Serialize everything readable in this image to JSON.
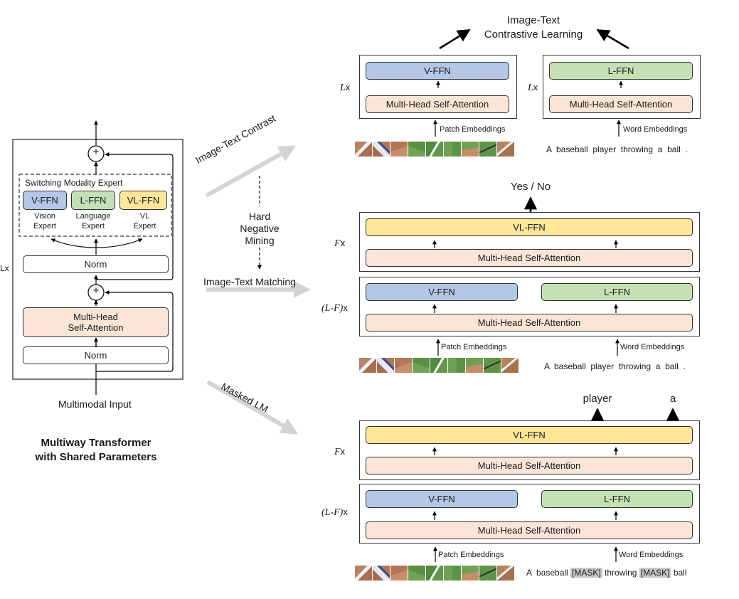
{
  "left_panel": {
    "switching_title": "Switching Modality Expert",
    "experts": [
      {
        "tag": "V-FFN",
        "caption_line1": "Vision",
        "caption_line2": "Expert",
        "color": "#b4c7e7"
      },
      {
        "tag": "L-FFN",
        "caption_line1": "Language",
        "caption_line2": "Expert",
        "color": "#c5e0b4"
      },
      {
        "tag": "VL-FFN",
        "caption_line1": "VL",
        "caption_line2": "Expert",
        "color": "#ffe699"
      }
    ],
    "norm_top": "Norm",
    "mhsa_line1": "Multi-Head",
    "mhsa_line2": "Self-Attention",
    "norm_bottom": "Norm",
    "repeat_label": "Lx",
    "input_label": "Multimodal Input",
    "plus_symbol": "+",
    "caption_line1": "Multiway Transformer",
    "caption_line2": "with Shared Parameters"
  },
  "tasks": {
    "contrast": "Image-Text Contrast",
    "hard_negative": [
      "Hard",
      "Negative",
      "Mining"
    ],
    "matching": "Image-Text Matching",
    "masked_lm": "Masked LM"
  },
  "contrastive": {
    "title_line1": "Image-Text",
    "title_line2": "Contrastive Learning",
    "vision_tower": {
      "ffn": "V-FFN",
      "attn": "Multi-Head Self-Attention",
      "repeat": "L",
      "embed": "Patch Embeddings"
    },
    "language_tower": {
      "ffn": "L-FFN",
      "attn": "Multi-Head Self-Attention",
      "repeat": "L",
      "embed": "Word Embeddings"
    },
    "sentence": "A  baseball  player  throwing  a  ball  ."
  },
  "matching_block": {
    "output": "Yes / No",
    "top": {
      "ffn": "VL-FFN",
      "attn": "Multi-Head Self-Attention",
      "repeat": "F"
    },
    "bottom": {
      "v_ffn": "V-FFN",
      "l_ffn": "L-FFN",
      "attn": "Multi-Head Self-Attention",
      "repeat": "(L-F)"
    },
    "patch_embed": "Patch Embeddings",
    "word_embed": "Word Embeddings",
    "sentence": "A  baseball  player  throwing  a  ball  ."
  },
  "mlm_block": {
    "outputs": [
      "player",
      "a"
    ],
    "top": {
      "ffn": "VL-FFN",
      "attn": "Multi-Head Self-Attention",
      "repeat": "F"
    },
    "bottom": {
      "v_ffn": "V-FFN",
      "l_ffn": "L-FFN",
      "attn": "Multi-Head Self-Attention",
      "repeat": "(L-F)"
    },
    "patch_embed": "Patch Embeddings",
    "word_embed": "Word Embeddings",
    "sentence_parts": [
      "A  baseball",
      "[MASK]",
      "throwing",
      "[MASK]",
      "ball"
    ]
  },
  "x_suffix": "x",
  "colors": {
    "v_ffn": "#b4c7e7",
    "l_ffn": "#c5e0b4",
    "vl_ffn": "#ffe699",
    "attention": "#fbe5d6",
    "task_arrow": "#d4d4d4"
  },
  "image_patch_icons": [
    "pitcher-patch",
    "pitcher-patch",
    "field-patch",
    "grass-patch",
    "grass-patch",
    "grass-patch",
    "dirt-patch",
    "bat-patch",
    "bat-patch"
  ]
}
